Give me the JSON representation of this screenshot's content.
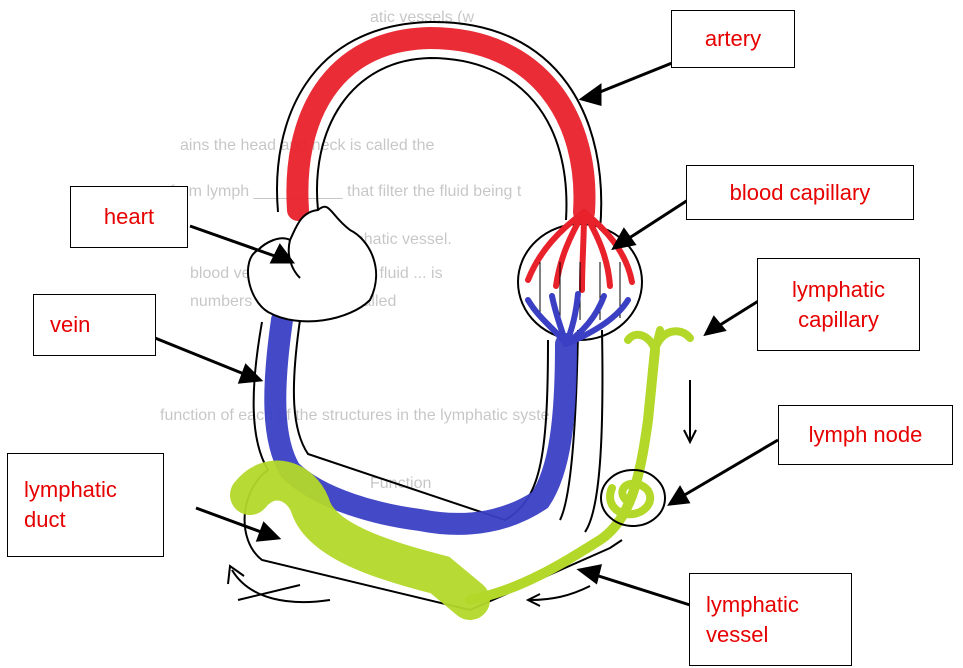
{
  "labels": {
    "artery": "artery",
    "heart": "heart",
    "blood_capillary": "blood capillary",
    "lymphatic_capillary_line1": "lymphatic",
    "lymphatic_capillary_line2": "capillary",
    "vein": "vein",
    "lymph_node": "lymph node",
    "lymphatic_duct_line1": "lymphatic",
    "lymphatic_duct_line2": "duct",
    "lymphatic_vessel_line1": "lymphatic",
    "lymphatic_vessel_line2": "vessel"
  },
  "background_text": [
    "atic vessels (w",
    "ains the head and neck is called the",
    "from lymph __________ that filter the fluid being t",
    "lymphatic vessel.",
    "blood vessels join a larger fluid ... is",
    "numbers of blood cells called",
    "function of each of the structures in the lymphatic syste",
    "Function"
  ],
  "colors": {
    "artery": "#e8212b",
    "vein": "#3a3fc4",
    "lymph": "#b3d82a",
    "label_text": "#e60000",
    "outline": "#000000"
  }
}
